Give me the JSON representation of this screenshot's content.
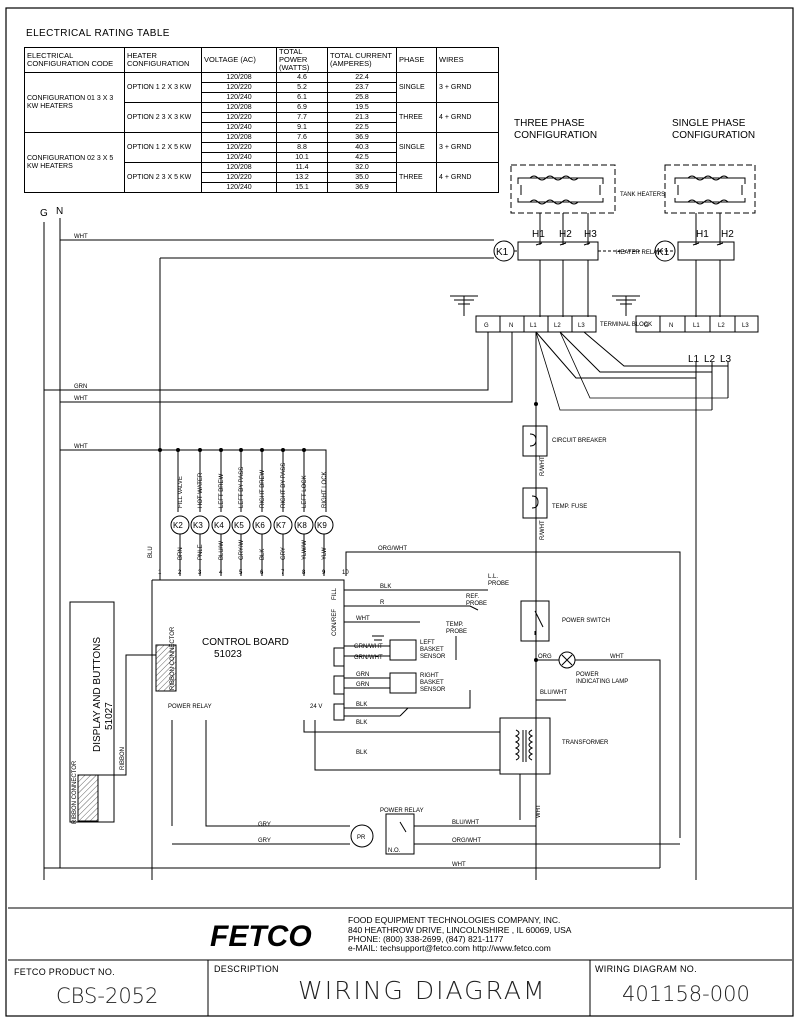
{
  "table": {
    "title": "ELECTRICAL RATING TABLE",
    "headers": [
      "ELECTRICAL CONFIGURATION CODE",
      "HEATER CONFIGURATION",
      "VOLTAGE (AC)",
      "TOTAL POWER (WATTS)",
      "TOTAL CURRENT (AMPERES)",
      "PHASE",
      "WIRES"
    ],
    "configurations": [
      {
        "code": "CONFIGURATION 01 3 X 3 KW HEATERS",
        "options": [
          {
            "name": "OPTION 1 2 X 3 KW",
            "phase": "SINGLE",
            "wires": "3 + GRND",
            "rows": [
              [
                "120/208",
                "4.6",
                "22.4"
              ],
              [
                "120/220",
                "5.2",
                "23.7"
              ],
              [
                "120/240",
                "6.1",
                "25.8"
              ]
            ]
          },
          {
            "name": "OPTION 2 3 X 3 KW",
            "phase": "THREE",
            "wires": "4 + GRND",
            "rows": [
              [
                "120/208",
                "6.9",
                "19.5"
              ],
              [
                "120/220",
                "7.7",
                "21.3"
              ],
              [
                "120/240",
                "9.1",
                "22.5"
              ]
            ]
          }
        ]
      },
      {
        "code": "CONFIGURATION 02 3 X 5 KW HEATERS",
        "options": [
          {
            "name": "OPTION 1 2 X 5 KW",
            "phase": "SINGLE",
            "wires": "3 + GRND",
            "rows": [
              [
                "120/208",
                "7.6",
                "36.9"
              ],
              [
                "120/220",
                "8.8",
                "40.3"
              ],
              [
                "120/240",
                "10.1",
                "42.5"
              ]
            ]
          },
          {
            "name": "OPTION 2 3 X 5 KW",
            "phase": "THREE",
            "wires": "4 + GRND",
            "rows": [
              [
                "120/208",
                "11.4",
                "32.0"
              ],
              [
                "120/220",
                "13.2",
                "35.0"
              ],
              [
                "120/240",
                "15.1",
                "36.9"
              ]
            ]
          }
        ]
      }
    ]
  },
  "diagram": {
    "three_phase_title": [
      "THREE PHASE",
      "CONFIGURATION"
    ],
    "single_phase_title": [
      "SINGLE PHASE",
      "CONFIGURATION"
    ],
    "tank_heaters": "TANK HEATERS",
    "heater_relay": "HEATER RELAY",
    "terminal_block": "TERMINAL BLOCK",
    "three_phase_heaters": [
      "H1",
      "H2",
      "H3"
    ],
    "single_phase_heaters": [
      "H1",
      "H2"
    ],
    "terminals": [
      "G",
      "N",
      "L1",
      "L2",
      "L3"
    ],
    "supply_lines": [
      "L1",
      "L2",
      "L3"
    ],
    "ground": "G",
    "neutral": "N",
    "k1": "K1",
    "relays": [
      {
        "id": "K2",
        "label": "FILL VALVE",
        "wire": "BRN",
        "pin": "2"
      },
      {
        "id": "K3",
        "label": "HOT WATER",
        "wire": "PNLE",
        "pin": "3"
      },
      {
        "id": "K4",
        "label": "LEFT BREW",
        "wire": "BLU/W",
        "pin": "4"
      },
      {
        "id": "K5",
        "label": "LEFT BY-PASS",
        "wire": "GRY/W",
        "pin": "5"
      },
      {
        "id": "K6",
        "label": "RIGHT BREW",
        "wire": "BLK",
        "pin": "6"
      },
      {
        "id": "K7",
        "label": "RIGHT BY-PASS",
        "wire": "GRY",
        "pin": "7"
      },
      {
        "id": "K8",
        "label": "LEFT LOCK",
        "wire": "YLW/W",
        "pin": "8"
      },
      {
        "id": "K9",
        "label": "RIGHT LOCK",
        "wire": "YLW",
        "pin": "9"
      }
    ],
    "pin1_wire": "BLU",
    "pins_extra": [
      "1",
      "10"
    ],
    "control_board": [
      "CONTROL BOARD",
      "51023"
    ],
    "display": [
      "DISPLAY AND BUTTONS",
      "51027"
    ],
    "ribbon_connector": "RIBBON CONNECTOR",
    "ribbon": "RIBBON",
    "power_relay_conn": "POWER RELAY",
    "v24": "24 V",
    "fill": "FILL",
    "con_ref": "CON/REF",
    "wires": {
      "wht": "WHT",
      "grn": "GRN",
      "blk": "BLK",
      "r": "R",
      "gry": "GRY",
      "org": "ORG",
      "org_wht": "ORG/WHT",
      "r_wht": "R/WHT",
      "blu_wht": "BLU/WHT",
      "grn_wht": "GRN/WHT"
    },
    "ll_probe": [
      "L.L.",
      "PROBE"
    ],
    "ref_probe": [
      "REF.",
      "PROBE"
    ],
    "temp_probe": [
      "TEMP.",
      "PROBE"
    ],
    "left_basket": [
      "LEFT",
      "BASKET",
      "SENSOR"
    ],
    "right_basket": [
      "RIGHT",
      "BASKET",
      "SENSOR"
    ],
    "no": "N.O.",
    "circuit_breaker": "CIRCUIT BREAKER",
    "temp_fuse": "TEMP. FUSE",
    "power_switch": "POWER SWITCH",
    "power_lamp": [
      "POWER",
      "INDICATING LAMP"
    ],
    "transformer": "TRANSFORMER",
    "power_relay": "POWER RELAY",
    "pr": "PR"
  },
  "company": {
    "logo": "FETCO",
    "name": "FOOD EQUIPMENT TECHNOLOGIES COMPANY, INC.",
    "address": "840 HEATHROW DRIVE, LINCOLNSHIRE , IL 60069, USA",
    "phone": "PHONE: (800) 338-2699, (847) 821-1177",
    "email": "e-MAIL: techsupport@fetco.com   http://www.fetco.com"
  },
  "title_block": {
    "product_label": "FETCO PRODUCT NO.",
    "product_value": "CBS-2052",
    "description_label": "DESCRIPTION",
    "description_value": "WIRING DIAGRAM",
    "diagram_label": "WIRING DIAGRAM NO.",
    "diagram_value": "401158-000"
  }
}
